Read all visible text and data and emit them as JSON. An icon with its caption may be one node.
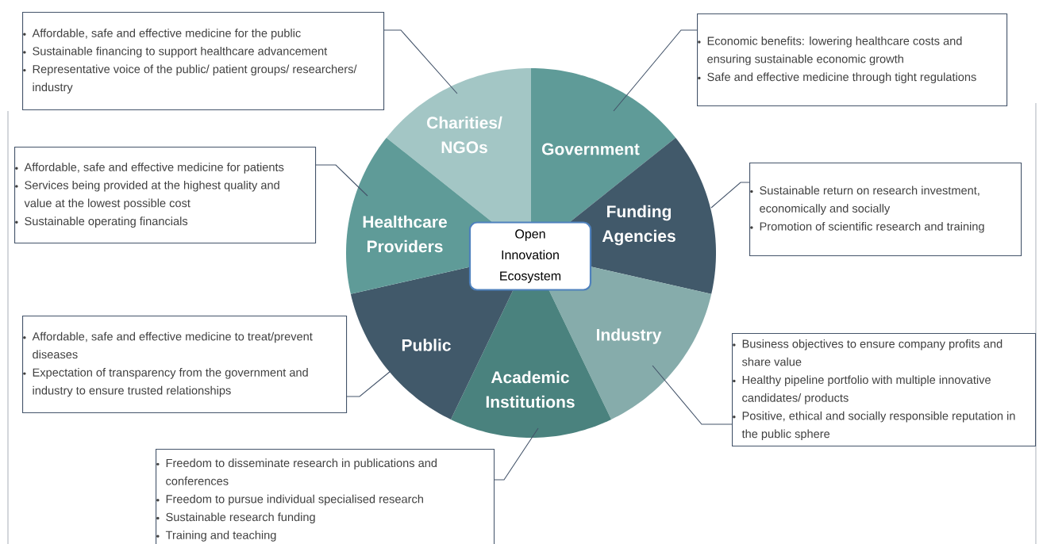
{
  "diagram": {
    "nodes": [
      {
        "text": [
          "Charities/ NGOs"
        ]
      },
      {
        "text": [
          "Government"
        ]
      },
      {
        "text": [
          "Funding Agencies"
        ]
      },
      {
        "text": [
          "Industry"
        ]
      },
      {
        "text": [
          "Academic Institutions"
        ]
      },
      {
        "text": [
          "Public"
        ]
      },
      {
        "text": [
          "Healthcare Providers"
        ]
      },
      {
        "text": [
          "Open Innovation Ecosystem"
        ]
      },
      {
        "text": [
          "Affordable, safe and effective medicine for the public",
          "Sustainable financing to support healthcare advancement",
          "Representative voice of the public/ patient groups/ researchers/ industry"
        ]
      },
      {
        "text": [
          "Economic benefits: lowering healthcare costs and ensuring sustainable economic growth",
          "Safe and effective medicine through tight regulations"
        ]
      },
      {
        "text": [
          "Sustainable return on research investment, economically and socially",
          "Promotion of scientific research and training"
        ]
      },
      {
        "text": [
          "Business objectives to ensure company profits and share value",
          "Healthy pipeline portfolio with multiple innovative candidates/ products",
          "Positive, ethical and socially responsible reputation in the public sphere"
        ]
      },
      {
        "text": [
          "Freedom to disseminate research in publications and conferences",
          "Freedom to pursue individual specialised research",
          "Sustainable research funding",
          "Training and teaching"
        ]
      },
      {
        "text": [
          "Affordable, safe and effective medicine to treat/prevent diseases",
          "Expectation of transparency from the government and industry to ensure trusted relationships"
        ]
      },
      {
        "text": [
          "Affordable, safe and effective medicine for patients",
          "Services being provided at the highest quality and value at the lowest possible cost",
          "Sustainable operating financials"
        ]
      }
    ],
    "edges": [
      {
        "from": 8,
        "to": 0,
        "arrow": "none"
      },
      {
        "from": 9,
        "to": 1,
        "arrow": "none"
      },
      {
        "from": 10,
        "to": 2,
        "arrow": "none"
      },
      {
        "from": 11,
        "to": 3,
        "arrow": "none"
      },
      {
        "from": 12,
        "to": 4,
        "arrow": "none"
      },
      {
        "from": 13,
        "to": 5,
        "arrow": "none"
      },
      {
        "from": 14,
        "to": 6,
        "arrow": "none"
      }
    ]
  }
}
